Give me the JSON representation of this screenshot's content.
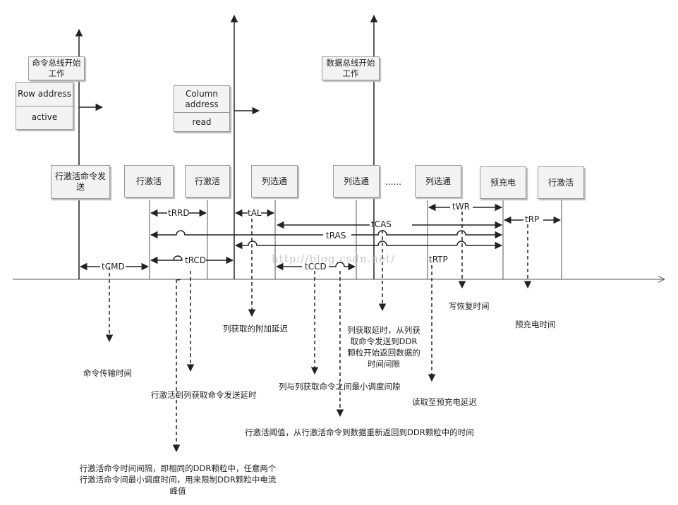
{
  "commands": {
    "cmd_bus_start": "命令总线开始工作",
    "row_address": "Row address",
    "active": "active",
    "column_address": "Column address",
    "read": "read",
    "data_bus_start": "数据总线开始工作"
  },
  "states": {
    "row_activate_send": "行激活命令发送",
    "activate_1": "行激活",
    "activate_2": "行激活",
    "column_select_1": "列选通",
    "column_select_2": "列选通",
    "ellipsis": "......",
    "column_select_3": "列选通",
    "precharge": "预充电",
    "activate_3": "行激活"
  },
  "timing": {
    "tRRD": "tRRD",
    "tAL": "tAL",
    "tCAS": "tCAS",
    "tWR": "tWR",
    "tRP": "tRP",
    "tRAS": "tRAS",
    "tCMD": "tCMD",
    "tRCD": "tRCD",
    "tCCD": "tCCD",
    "tRTP": "tRTP"
  },
  "descriptions": {
    "cmd_transfer": "命令传输时间",
    "rcd": "行激活到列获取命令发送延时",
    "rrd": "行激活命令时间间隔，即相同的DDR颗粒中，任意两个行激活命令间最小调度时间，用来限制DDR颗粒中电流峰值",
    "al": "列获取的附加延迟",
    "ccd": "列与列获取命令之间最小调度间隙",
    "ras": "行激活阈值，从行激活命令到数据重新返回到DDR颗粒中的时间",
    "cas": "列获取延时，从列获取命令发送到DDR颗粒开始返回数据的时间间隙",
    "rtp": "读取至预充电延迟",
    "wr": "写恢复时间",
    "rp": "预充电时间"
  },
  "watermark": "http://blog.csdn.net/"
}
